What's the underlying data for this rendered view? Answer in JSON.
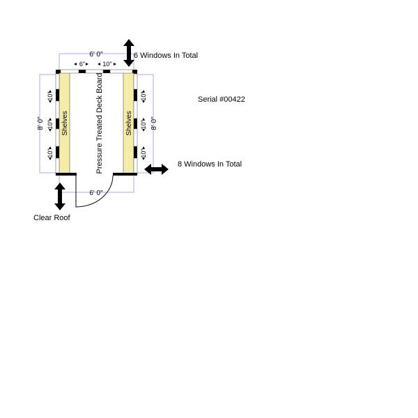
{
  "labels": {
    "top_windows": "6 Windows In Total",
    "side_windows": "8 Windows In Total",
    "serial": "Serial #00422",
    "roof": "Clear Roof",
    "floor": "Pressure Treated Deck Board",
    "shelves_left": "Shelves",
    "shelves_right": "Shelves"
  },
  "dimensions": {
    "top_width": "6' 0\"",
    "bottom_width": "6' 0\"",
    "left_length": "8' 0\"",
    "right_length": "8' 0\"",
    "top_gap_1": "6\"",
    "top_gap_2": "10\"",
    "left_gaps": [
      "10\"",
      "10\"",
      "10\""
    ],
    "right_gaps": [
      "10\"",
      "10\"",
      "10\""
    ]
  },
  "colors": {
    "shelf": "#f5eca9",
    "dimension_line": "#a9a9ee",
    "wall": "#000000"
  }
}
